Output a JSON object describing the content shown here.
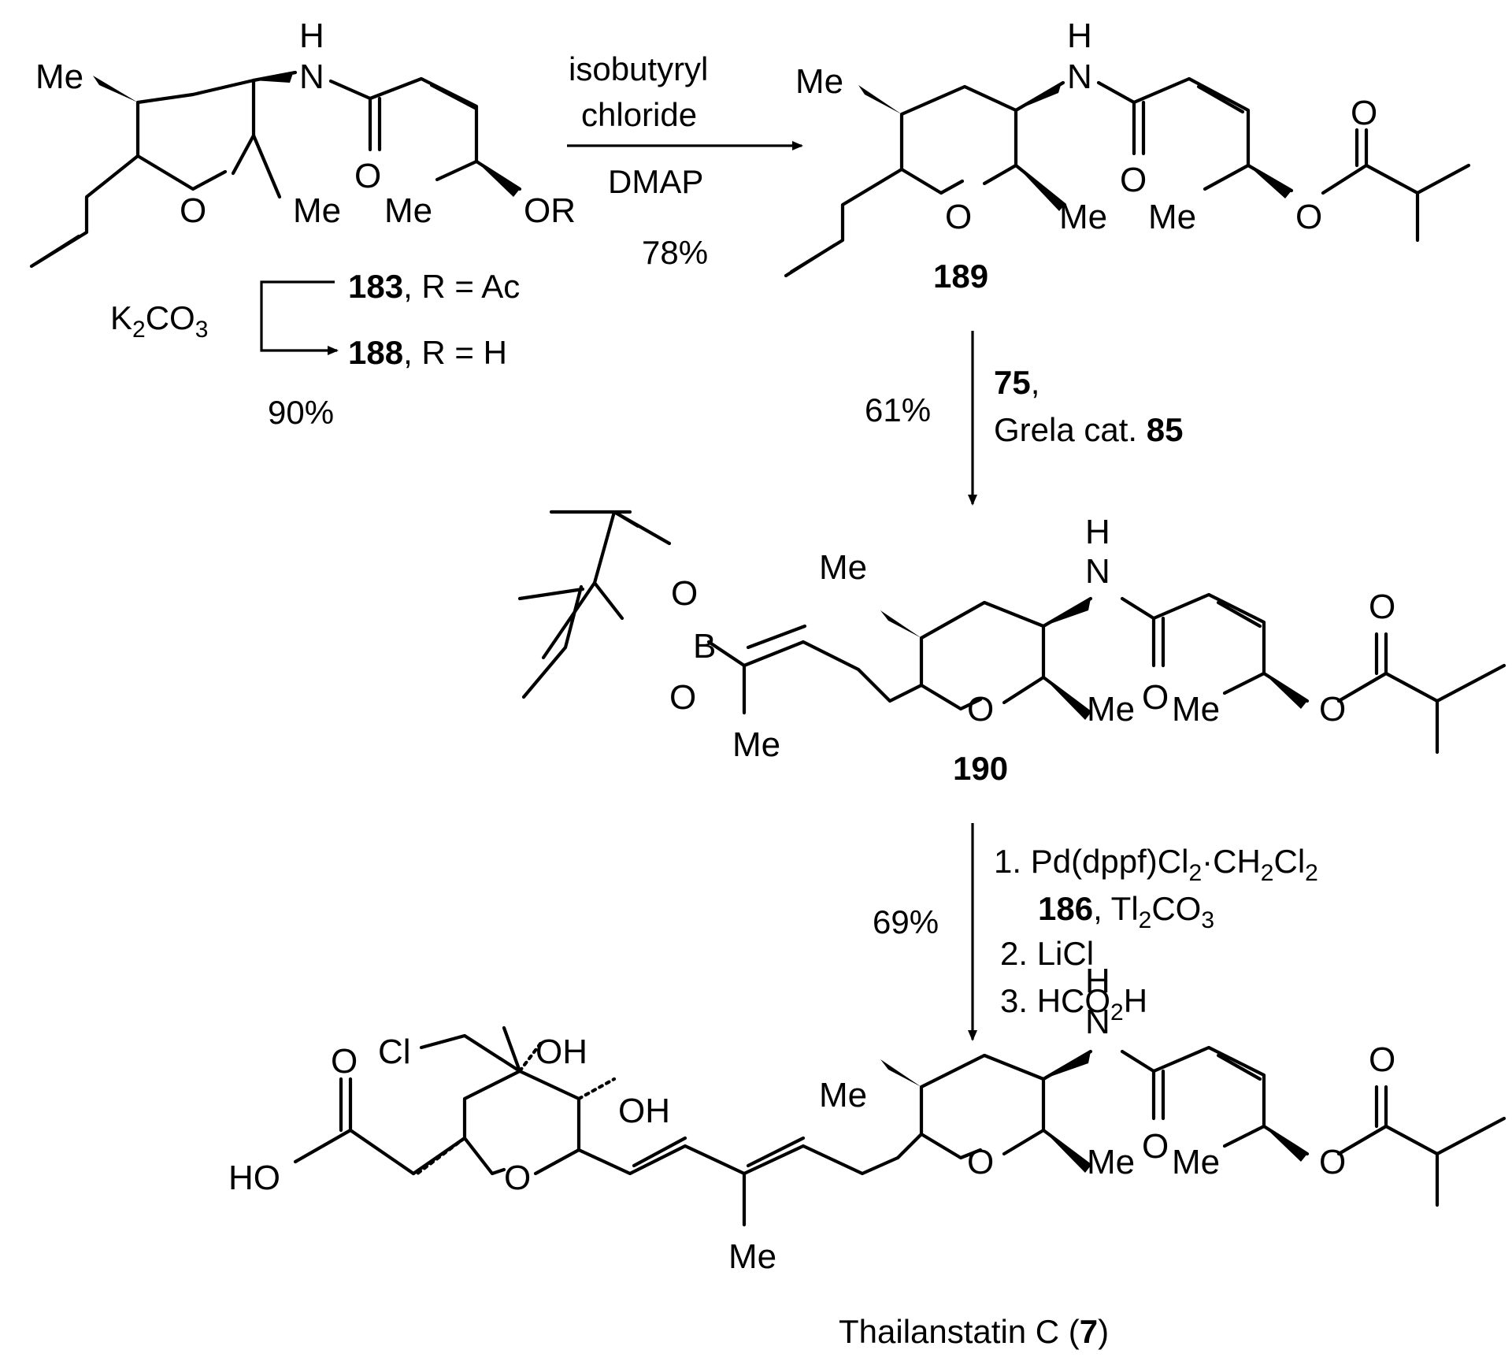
{
  "atoms": {
    "H": "H",
    "N": "N",
    "O": "O",
    "Me": "Me",
    "OR": "OR",
    "B": "B",
    "Cl": "Cl",
    "OH": "OH",
    "HO": "HO"
  },
  "compounds": {
    "c183": {
      "id": "183",
      "rest": ", R = Ac"
    },
    "c188": {
      "id": "188",
      "rest": ", R = H"
    },
    "c189": {
      "id": "189"
    },
    "c190": {
      "id": "190"
    },
    "final": {
      "name": "Thailanstatin C (",
      "id": "7",
      "close": ")"
    }
  },
  "step1": {
    "reagent_line1": "isobutyryl",
    "reagent_line2": "chloride",
    "reagent_line3": "DMAP",
    "yield": "78%"
  },
  "step0": {
    "reagent_k": "K",
    "reagent_2": "2",
    "reagent_co": "CO",
    "reagent_3": "3",
    "yield": "90%"
  },
  "step2": {
    "reagent_id": "75",
    "reagent_comma": ",",
    "catalyst": "Grela cat. ",
    "catalyst_id": "85",
    "yield": "61%"
  },
  "step3": {
    "yield": "69%",
    "line1_a": "1. Pd(dppf)Cl",
    "line1_sub1": "2",
    "line1_b": "·CH",
    "line1_sub2": "2",
    "line1_c": "Cl",
    "line1_sub3": "2",
    "line2_id": "186",
    "line2_a": ", Tl",
    "line2_sub1": "2",
    "line2_b": "CO",
    "line2_sub2": "3",
    "line3": "2. LiCl",
    "line4_a": "3. HCO",
    "line4_sub": "2",
    "line4_b": "H"
  }
}
